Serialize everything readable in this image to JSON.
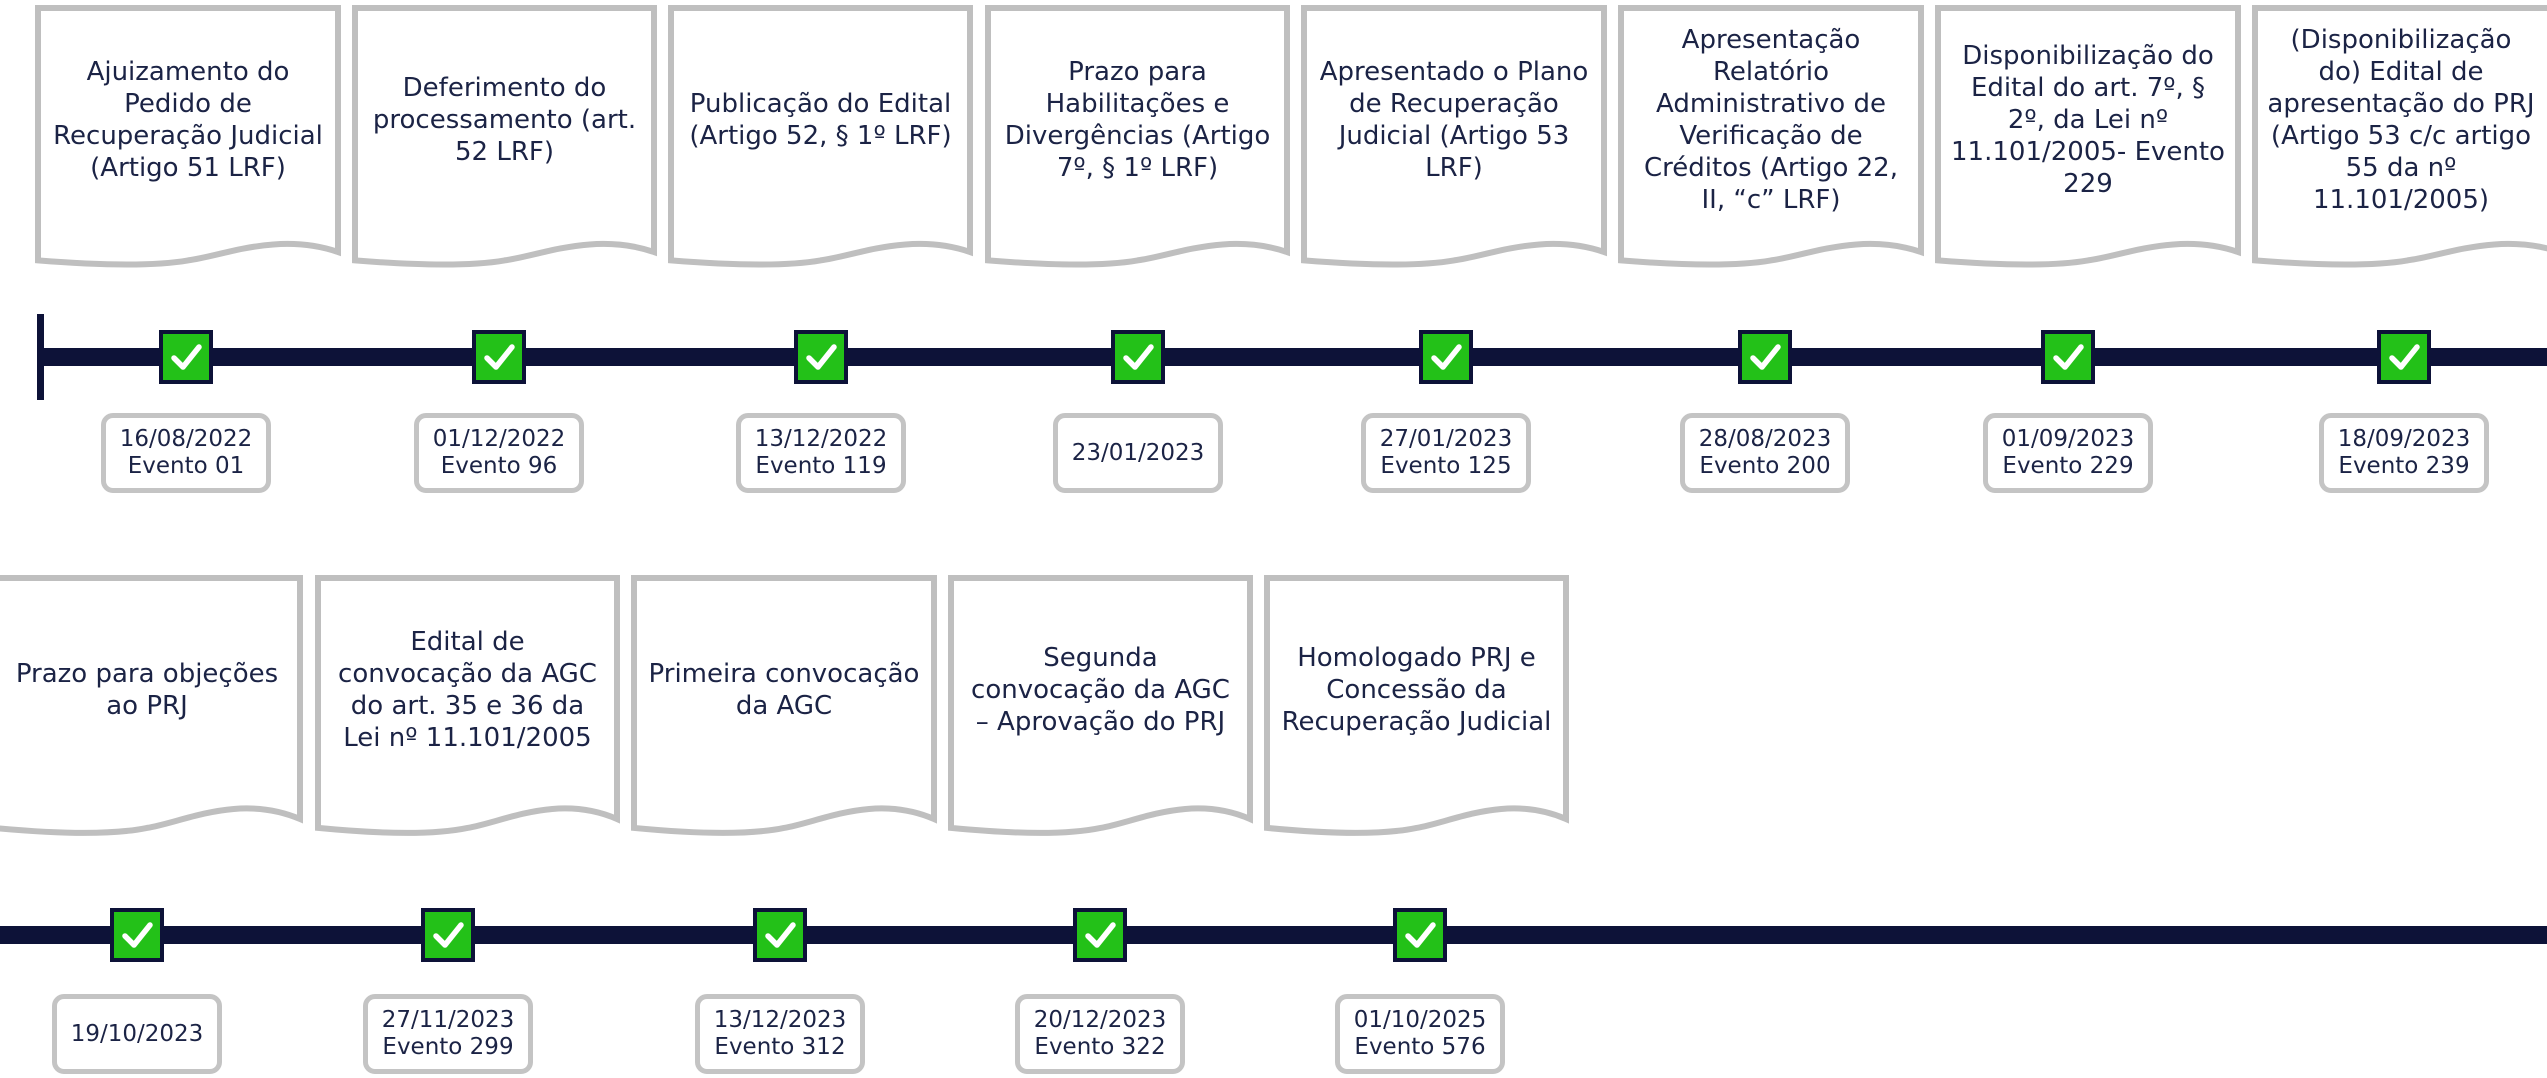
{
  "colors": {
    "line": "#0d1238",
    "check_fill": "#23c118",
    "card_border": "#bfbfbf",
    "date_border": "#c4c4c4",
    "text": "#1b2345"
  },
  "rows": [
    {
      "events": [
        {
          "label": "Ajuizamento do Pedido de Recuperação Judicial (Artigo 51 LRF)",
          "date": "16/08/2022",
          "evento": "Evento 01",
          "icon": "check-icon"
        },
        {
          "label": "Deferimento do processamento (art. 52 LRF)",
          "date": "01/12/2022",
          "evento": "Evento 96",
          "icon": "check-icon"
        },
        {
          "label": "Publicação do Edital (Artigo 52, § 1º LRF)",
          "date": "13/12/2022",
          "evento": "Evento 119",
          "icon": "check-icon"
        },
        {
          "label": "Prazo para Habilitações e Divergências (Artigo 7º, § 1º LRF)",
          "date": "23/01/2023",
          "evento": "",
          "icon": "check-icon"
        },
        {
          "label": "Apresentado o Plano de Recuperação Judicial (Artigo 53 LRF)",
          "date": "27/01/2023",
          "evento": "Evento 125",
          "icon": "check-icon"
        },
        {
          "label": "Apresentação Relatório Administrativo de Verificação de Créditos (Artigo 22, II, “c” LRF)",
          "date": "28/08/2023",
          "evento": "Evento 200",
          "icon": "check-icon"
        },
        {
          "label": "Disponibilização do Edital do art. 7º, § 2º, da Lei nº 11.101/2005- Evento 229",
          "date": "01/09/2023",
          "evento": "Evento 229",
          "icon": "check-icon"
        },
        {
          "label": "(Disponibilização do) Edital de apresentação do PRJ (Artigo 53 c/c artigo 55 da nº 11.101/2005)",
          "date": "18/09/2023",
          "evento": "Evento 239",
          "icon": "check-icon"
        }
      ]
    },
    {
      "events": [
        {
          "label": "Prazo para objeções ao PRJ",
          "date": "19/10/2023",
          "evento": "",
          "icon": "check-icon"
        },
        {
          "label": "Edital de convocação da AGC do art. 35 e 36 da Lei nº 11.101/2005",
          "date": "27/11/2023",
          "evento": "Evento 299",
          "icon": "check-icon"
        },
        {
          "label": "Primeira convocação da AGC",
          "date": "13/12/2023",
          "evento": "Evento 312",
          "icon": "check-icon"
        },
        {
          "label": "Segunda convocação da AGC – Aprovação do PRJ",
          "date": "20/12/2023",
          "evento": "Evento 322",
          "icon": "check-icon"
        },
        {
          "label": "Homologado PRJ e Concessão da Recuperação Judicial",
          "date": "01/10/2025",
          "evento": "Evento 576",
          "icon": "check-icon"
        }
      ]
    }
  ]
}
